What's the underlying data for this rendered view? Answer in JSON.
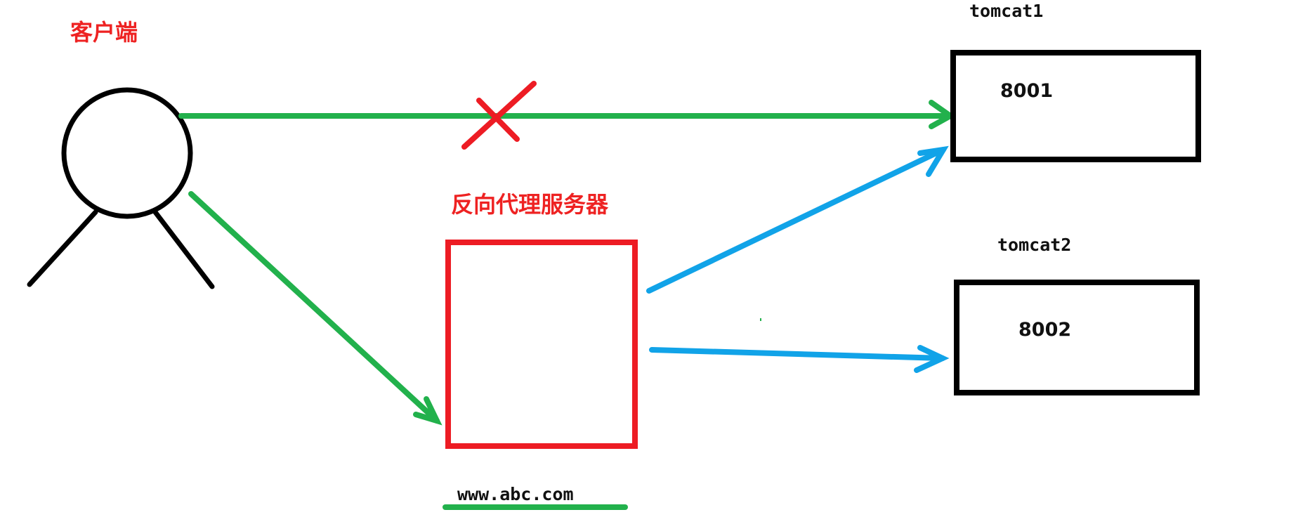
{
  "labels": {
    "client": "客户端",
    "proxy": "反向代理服务器",
    "domain": "www.abc.com",
    "tomcat1": "tomcat1",
    "tomcat2": "tomcat2",
    "port1": "8001",
    "port2": "8002"
  },
  "colors": {
    "black": "#000000",
    "green": "#22b14c",
    "blue": "#11a3e8",
    "red": "#ed1c24"
  }
}
